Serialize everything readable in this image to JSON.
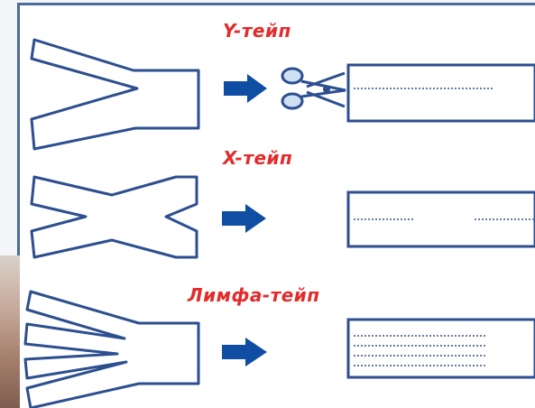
{
  "labels": {
    "y_tape": "Y-тейп",
    "x_tape": "X-тейп",
    "lymph_tape": "Лимфа-тейп"
  },
  "colors": {
    "title_red": "#e32b2b",
    "outline_blue": "#2c4f8f",
    "arrow_blue": "#0f4ea3",
    "dot_gray": "#6b7ca8"
  },
  "icons": {
    "scissors": "scissors-icon",
    "arrow": "arrow-right-icon"
  }
}
